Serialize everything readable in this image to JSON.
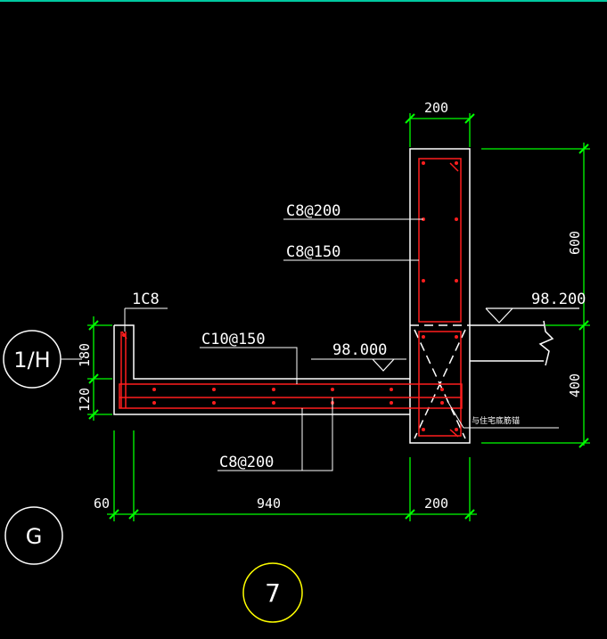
{
  "colors": {
    "background": "#000000",
    "outline": "#ffffff",
    "rebar": "#ff1e1e",
    "dimension": "#00ff00",
    "leader": "#ffffff",
    "axis_bubble_7": "#ffff00",
    "frame_border": "#00c8a0"
  },
  "rebar_labels": {
    "top_stirrup": "C8@200",
    "vertical_bars": "C8@150",
    "corner_bar": "1C8",
    "slab_top": "C10@150",
    "slab_bottom": "C8@200",
    "beam_note": "与住宅底筋锚"
  },
  "elevations": {
    "slab": "98.000",
    "beam": "98.200"
  },
  "dimensions": {
    "top_width": "200",
    "bottom_width": "200",
    "ledge": "60",
    "slab_span": "940",
    "upper_height": "600",
    "lower_height": "400",
    "upstand_height": "180",
    "slab_thickness": "120"
  },
  "axes": {
    "left_upper": "1/H",
    "left_lower": "G",
    "bottom": "7"
  }
}
